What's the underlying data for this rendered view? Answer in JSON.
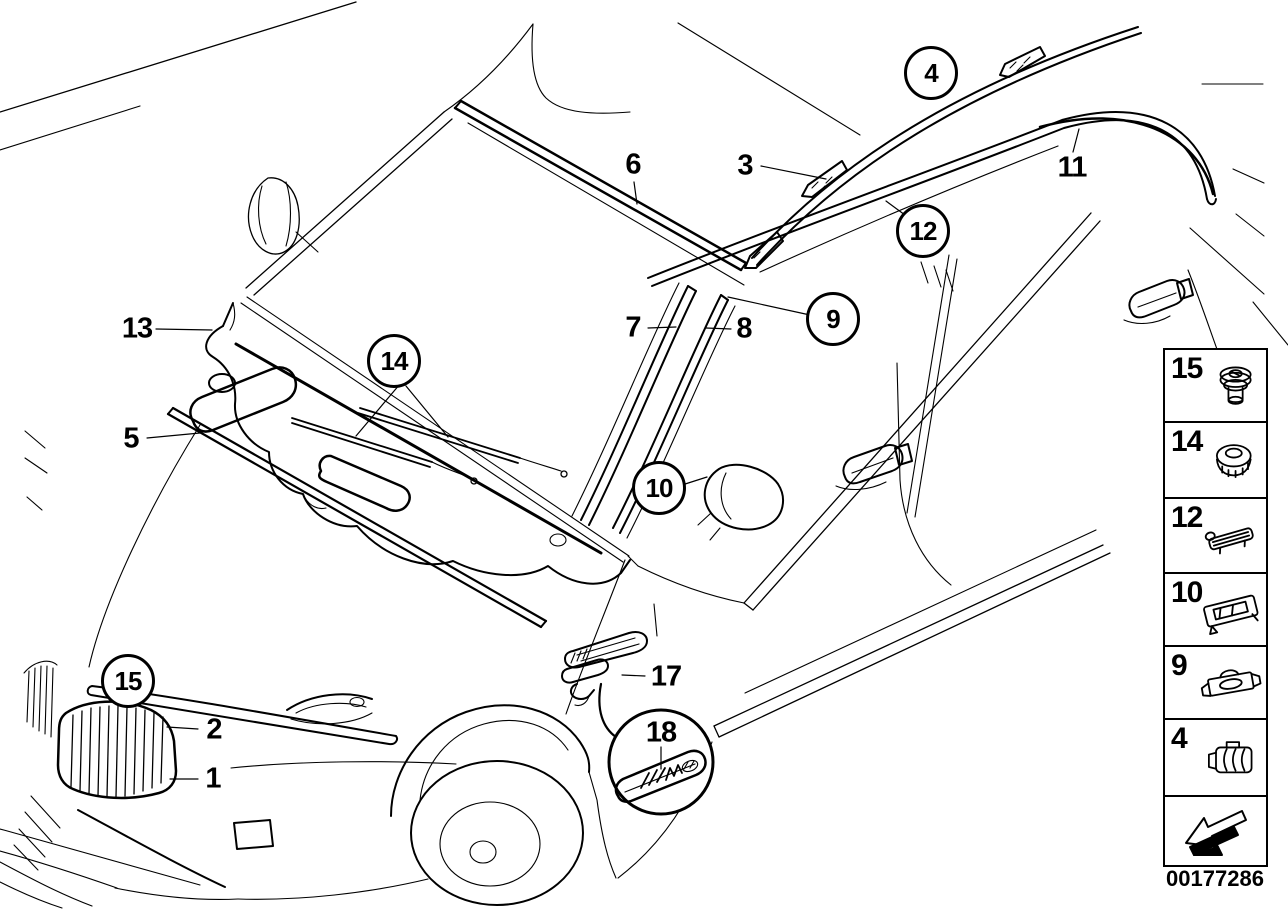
{
  "callouts": [
    {
      "label": "1",
      "circled": false
    },
    {
      "label": "2",
      "circled": false
    },
    {
      "label": "3",
      "circled": false
    },
    {
      "label": "4",
      "circled": true
    },
    {
      "label": "5",
      "circled": false
    },
    {
      "label": "6",
      "circled": false
    },
    {
      "label": "7",
      "circled": false
    },
    {
      "label": "8",
      "circled": false
    },
    {
      "label": "9",
      "circled": true
    },
    {
      "label": "10",
      "circled": true
    },
    {
      "label": "11",
      "circled": false
    },
    {
      "label": "12",
      "circled": true
    },
    {
      "label": "13",
      "circled": false
    },
    {
      "label": "14",
      "circled": true
    },
    {
      "label": "15",
      "circled": true
    },
    {
      "label": "17",
      "circled": false
    },
    {
      "label": "18",
      "circled": false
    }
  ],
  "sidebar": {
    "items": [
      {
        "label": "15",
        "icon": "expanding-rivet-icon"
      },
      {
        "label": "14",
        "icon": "round-clip-nut-icon"
      },
      {
        "label": "12",
        "icon": "trim-clip-icon"
      },
      {
        "label": "10",
        "icon": "mounting-bracket-icon"
      },
      {
        "label": "9",
        "icon": "mounting-bracket-icon"
      },
      {
        "label": "4",
        "icon": "ribbed-clip-icon"
      }
    ],
    "back_button_icon": "back-arrow-icon"
  },
  "footer": {
    "document_number": "00177286"
  }
}
